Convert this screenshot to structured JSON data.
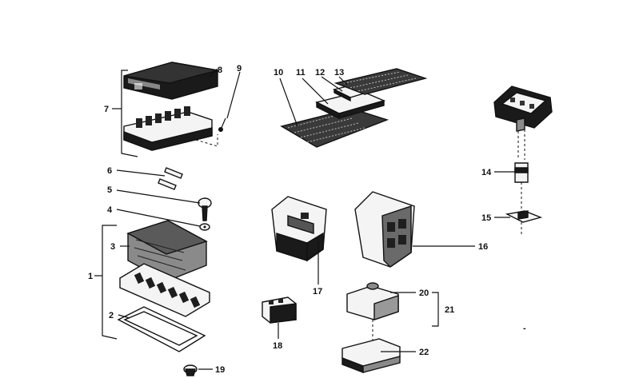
{
  "diagram": {
    "callouts": [
      "1",
      "2",
      "3",
      "4",
      "5",
      "6",
      "7",
      "8",
      "9",
      "10",
      "11",
      "12",
      "13",
      "14",
      "15",
      "16",
      "17",
      "18",
      "19",
      "20",
      "21",
      "22"
    ],
    "trailing_mark": "-"
  }
}
